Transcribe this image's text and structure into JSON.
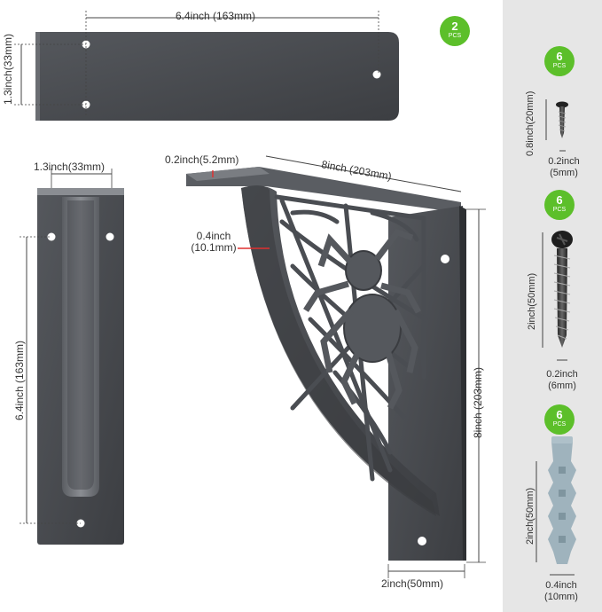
{
  "colors": {
    "metal": "#4a4d52",
    "metal_dark": "#36383c",
    "panel_bg": "#e6e6e6",
    "badge": "#5cbf2a",
    "dim_red": "#e03030"
  },
  "top_plate": {
    "width_label": "6.4inch (163mm)",
    "height_label": "1.3inch(33mm)",
    "badge_count": "2",
    "badge_unit": "PCS"
  },
  "side_view": {
    "width_label": "1.3inch(33mm)",
    "height_label": "6.4inch (163mm)"
  },
  "bracket": {
    "thickness_label": "0.2inch(5.2mm)",
    "length_label": "8inch (203mm)",
    "rib_label_line1": "0.4inch",
    "rib_label_line2": "(10.1mm)",
    "height_label": "8inch (203mm)",
    "base_label": "2inch(50mm)"
  },
  "hardware": [
    {
      "name": "small-screw",
      "badge_count": "6",
      "badge_unit": "PCS",
      "length_label": "0.8inch(20mm)",
      "diam_line1": "0.2inch",
      "diam_line2": "(5mm)"
    },
    {
      "name": "long-screw",
      "badge_count": "6",
      "badge_unit": "PCS",
      "length_label": "2inch(50mm)",
      "diam_line1": "0.2inch",
      "diam_line2": "(6mm)"
    },
    {
      "name": "wall-anchor",
      "badge_count": "6",
      "badge_unit": "PCS",
      "length_label": "2inch(50mm)",
      "diam_line1": "0.4inch",
      "diam_line2": "(10mm)"
    }
  ]
}
